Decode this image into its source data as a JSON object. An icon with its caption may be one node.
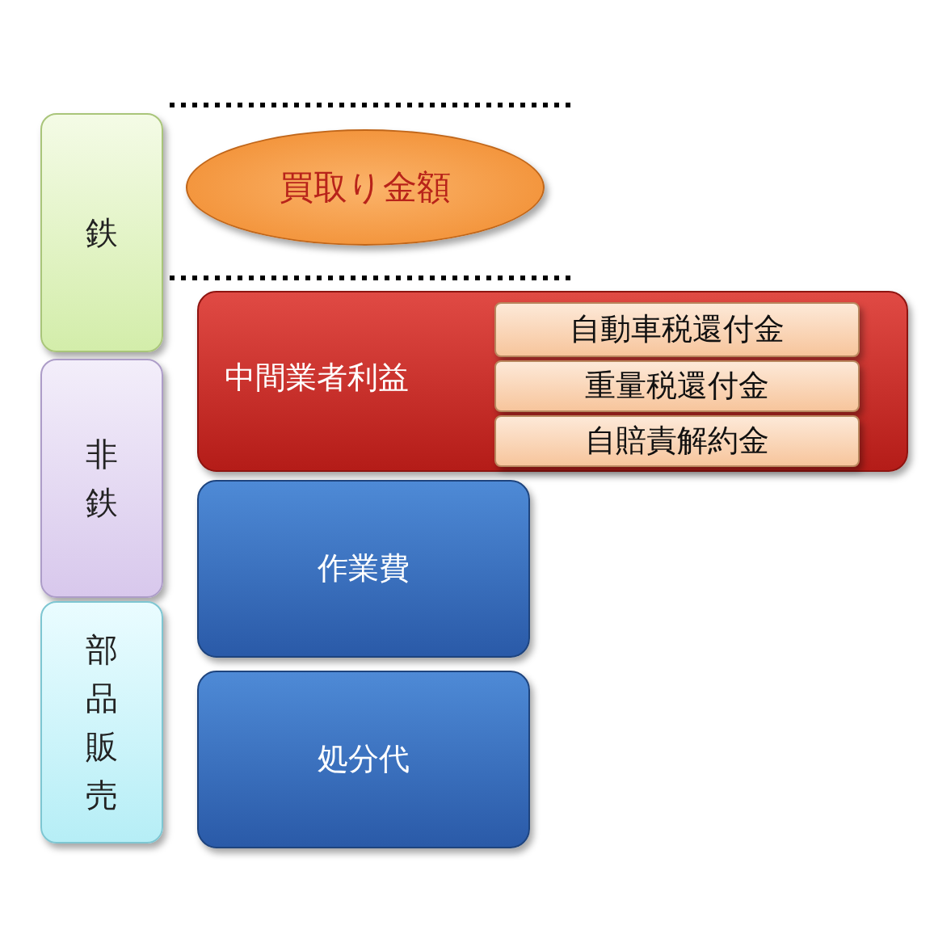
{
  "diagram": {
    "nodes": [
      {
        "text": [
          "鉄"
        ]
      },
      {
        "text": [
          "非鉄"
        ]
      },
      {
        "text": [
          "部品販売"
        ]
      },
      {
        "text": [
          "買取り金額"
        ]
      },
      {
        "text": [
          "中間業者利益"
        ]
      },
      {
        "text": [
          "自動車税還付金"
        ],
        "in": 4
      },
      {
        "text": [
          "重量税還付金"
        ],
        "in": 4
      },
      {
        "text": [
          "自賠責解約金"
        ],
        "in": 4
      },
      {
        "text": [
          "作業費"
        ]
      },
      {
        "text": [
          "処分代"
        ]
      }
    ]
  }
}
